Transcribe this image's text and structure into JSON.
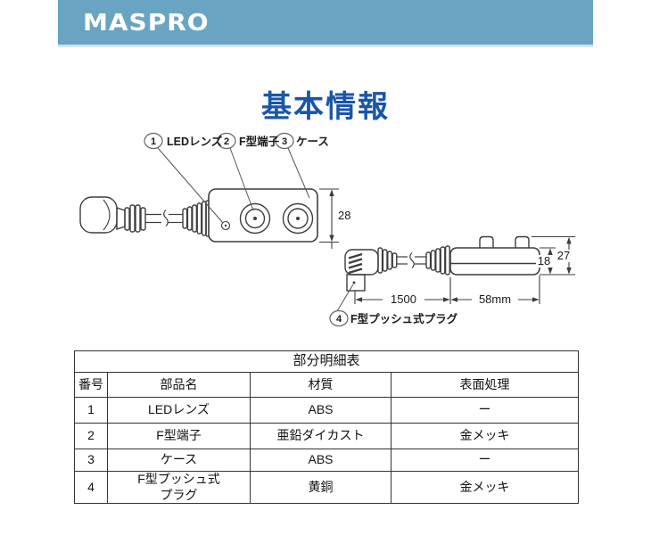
{
  "header": {
    "logo": "MASPRO"
  },
  "page_title": "基本情報",
  "colors": {
    "header_bar": "#69a5c2",
    "header_bar_underline": "#d5e3ed",
    "title_blue": "#1956a7"
  },
  "diagram": {
    "callouts": [
      {
        "num": "1",
        "label": "LEDレンズ"
      },
      {
        "num": "2",
        "label": "F型端子"
      },
      {
        "num": "3",
        "label": "ケース"
      },
      {
        "num": "4",
        "label": "F型プッシュ式プラグ"
      }
    ],
    "dimensions": {
      "case_height": "28",
      "unit_height": "18",
      "overall_height": "27",
      "cable_length": "1500",
      "body_width": "58mm"
    }
  },
  "table": {
    "title": "部分明細表",
    "headers": [
      "番号",
      "部品名",
      "材質",
      "表面処理"
    ],
    "rows": [
      [
        "1",
        "LEDレンズ",
        "ABS",
        "ー"
      ],
      [
        "2",
        "F型端子",
        "亜鉛ダイカスト",
        "金メッキ"
      ],
      [
        "3",
        "ケース",
        "ABS",
        "ー"
      ],
      [
        "4",
        "F型プッシュ式\nプラグ",
        "黄銅",
        "金メッキ"
      ]
    ]
  }
}
